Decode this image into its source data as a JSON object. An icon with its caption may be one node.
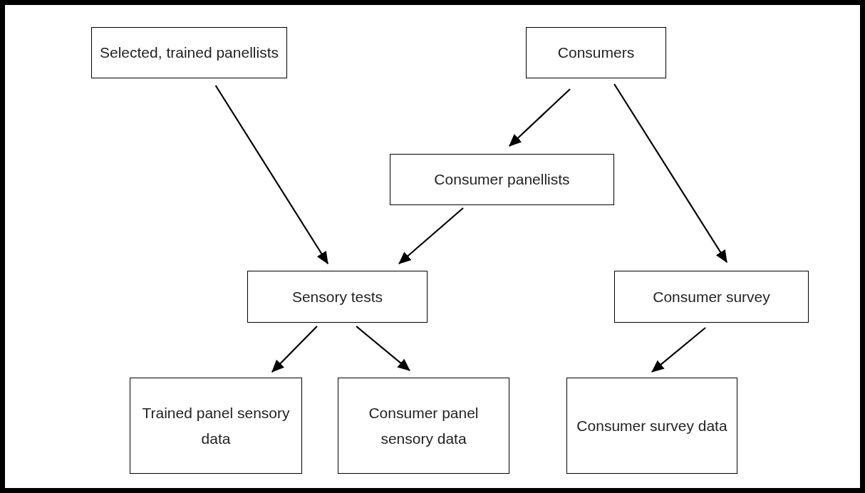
{
  "diagram": {
    "nodes": [
      {
        "text": [
          "Selected, trained panellists"
        ]
      },
      {
        "text": [
          "Consumers"
        ]
      },
      {
        "text": [
          "Consumer panellists"
        ]
      },
      {
        "text": [
          "Sensory tests"
        ]
      },
      {
        "text": [
          "Consumer survey"
        ]
      },
      {
        "text": [
          "Trained panel sensory data"
        ]
      },
      {
        "text": [
          "Consumer panel sensory data"
        ]
      },
      {
        "text": [
          "Consumer survey data"
        ]
      }
    ],
    "edges": [
      {
        "from": 0,
        "to": 3,
        "arrow": "to"
      },
      {
        "from": 1,
        "to": 2,
        "arrow": "to"
      },
      {
        "from": 1,
        "to": 4,
        "arrow": "to"
      },
      {
        "from": 2,
        "to": 3,
        "arrow": "to"
      },
      {
        "from": 3,
        "to": 5,
        "arrow": "to"
      },
      {
        "from": 3,
        "to": 6,
        "arrow": "to"
      },
      {
        "from": 4,
        "to": 7,
        "arrow": "to"
      }
    ]
  }
}
